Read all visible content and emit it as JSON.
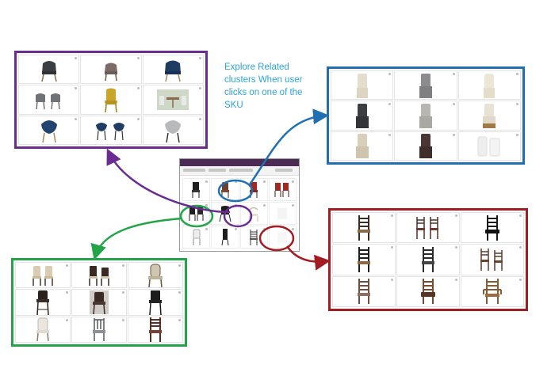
{
  "caption": "Explore Related clusters When user clicks on one of the SKU",
  "colors": {
    "purple": "#6a2c91",
    "blue": "#1f6fb2",
    "red": "#a31c22",
    "green": "#22a447",
    "caption": "#2ea3d6"
  },
  "clusters": {
    "purple": [
      "gray-accent-armchair-icon",
      "taupe-armchair-icon",
      "navy-accent-armchair-icon",
      "gray-armchair-pair-icon",
      "mustard-side-chair-icon",
      "outdoor-dining-set-icon",
      "navy-organic-chair-icon",
      "navy-chair-pair-icon",
      "gray-organic-chair-icon"
    ],
    "blue": [
      "beige-parsons-chair-icon",
      "gray-slipcover-chair-icon",
      "cream-parsons-chair-icon",
      "charcoal-slipcover-chair-icon",
      "light-gray-slipcover-chair-icon",
      "cream-skirted-chair-icon",
      "beige-slipcover-chair-icon",
      "dark-brown-slipcover-chair-icon",
      "white-slipcover-pair-icon"
    ],
    "red": [
      "ladderback-chair-icon",
      "ladderback-chair-pair-icon",
      "black-ladderback-chair-icon",
      "black-seat-ladderback-icon",
      "ladderback-side-chair-icon",
      "ladderback-set-icon",
      "rustic-ladderback-icon",
      "brown-seat-ladderback-icon",
      "ladderback-armchair-icon"
    ],
    "green": [
      "upholstered-chair-pair-icon",
      "dark-side-chair-pair-icon",
      "upholstered-armchair-icon",
      "leather-bar-stool-icon",
      "tufted-bar-chair-icon",
      "black-bar-stool-icon",
      "white-upholstered-chair-icon",
      "gray-spindle-chair-icon",
      "tall-ladderback-chair-icon"
    ]
  },
  "center_screenshot": {
    "items": [
      "black-dining-chair-icon",
      "brown-upholstered-chair-icon",
      "red-chair-icon",
      "red-chair-pair-icon",
      "dark-chair-pair-icon",
      "black-modern-chair-icon",
      "white-wishbone-chair-icon",
      "placeholder-icon",
      "white-side-chair-icon",
      "black-high-back-chair-icon",
      "ladderback-chair-icon",
      "placeholder-icon"
    ],
    "highlights": {
      "blue": "brown-upholstered-chair",
      "green": "dark-chair-pair",
      "purple": "black-modern-chair",
      "red": "ladderback-chair"
    }
  }
}
